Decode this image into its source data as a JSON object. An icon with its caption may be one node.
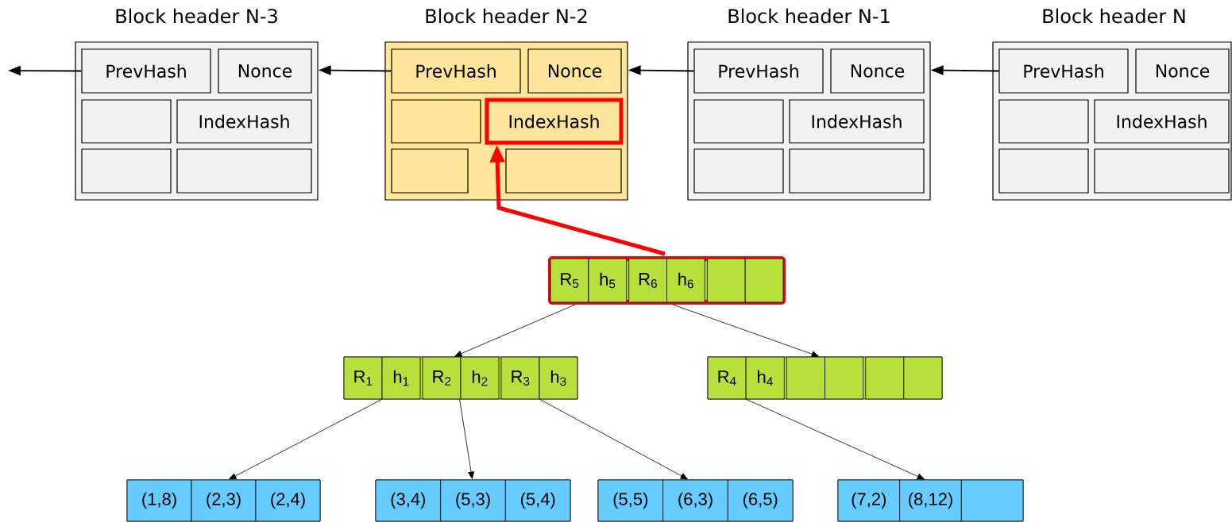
{
  "diagram": {
    "nodes": [
      {
        "text": [
          "Block header N-3"
        ]
      },
      {
        "text": [
          "PrevHash"
        ],
        "in": 0
      },
      {
        "text": [
          "Nonce"
        ],
        "in": 0
      },
      {
        "text": [],
        "shape": "box",
        "in": 0
      },
      {
        "text": [
          "IndexHash"
        ],
        "in": 0
      },
      {
        "text": [],
        "shape": "box",
        "in": 0
      },
      {
        "text": [],
        "shape": "box",
        "in": 0
      },
      {
        "text": [
          "Block header N-2"
        ]
      },
      {
        "text": [
          "PrevHash"
        ],
        "in": 7
      },
      {
        "text": [
          "Nonce"
        ],
        "in": 7
      },
      {
        "text": [],
        "shape": "box",
        "in": 7
      },
      {
        "text": [
          "IndexHash"
        ],
        "in": 7
      },
      {
        "text": [],
        "shape": "box",
        "in": 7
      },
      {
        "text": [],
        "shape": "box",
        "in": 7
      },
      {
        "text": [
          "Block header N-1"
        ]
      },
      {
        "text": [
          "PrevHash"
        ],
        "in": 14
      },
      {
        "text": [
          "Nonce"
        ],
        "in": 14
      },
      {
        "text": [],
        "shape": "box",
        "in": 14
      },
      {
        "text": [
          "IndexHash"
        ],
        "in": 14
      },
      {
        "text": [],
        "shape": "box",
        "in": 14
      },
      {
        "text": [],
        "shape": "box",
        "in": 14
      },
      {
        "text": [
          "Block header N"
        ]
      },
      {
        "text": [
          "PrevHash"
        ],
        "in": 21
      },
      {
        "text": [
          "Nonce"
        ],
        "in": 21
      },
      {
        "text": [],
        "shape": "box",
        "in": 21
      },
      {
        "text": [
          "IndexHash"
        ],
        "in": 21
      },
      {
        "text": [],
        "shape": "box",
        "in": 21
      },
      {
        "text": [],
        "shape": "box",
        "in": 21
      },
      {
        "text": [],
        "shape": "box"
      },
      {
        "text": [
          "R$_{5}$"
        ],
        "in": 28
      },
      {
        "text": [
          "h$_{5}$"
        ],
        "in": 28
      },
      {
        "text": [
          "R$_{6}$"
        ],
        "in": 28
      },
      {
        "text": [
          "h$_{6}$"
        ],
        "in": 28
      },
      {
        "text": [],
        "shape": "box",
        "in": 28
      },
      {
        "text": [],
        "shape": "box",
        "in": 28
      },
      {
        "text": [],
        "shape": "box"
      },
      {
        "text": [
          "R$_{1}$"
        ],
        "in": 35
      },
      {
        "text": [
          "h$_{1}$"
        ],
        "in": 35
      },
      {
        "text": [
          "R$_{2}$"
        ],
        "in": 35
      },
      {
        "text": [
          "h$_{2}$"
        ],
        "in": 35
      },
      {
        "text": [
          "R$_{3}$"
        ],
        "in": 35
      },
      {
        "text": [
          "h$_{3}$"
        ],
        "in": 35
      },
      {
        "text": [],
        "shape": "box"
      },
      {
        "text": [
          "R$_{4}$"
        ],
        "in": 42
      },
      {
        "text": [
          "h$_{4}$"
        ],
        "in": 42
      },
      {
        "text": [],
        "shape": "box",
        "in": 42
      },
      {
        "text": [],
        "shape": "box",
        "in": 42
      },
      {
        "text": [],
        "shape": "box",
        "in": 42
      },
      {
        "text": [],
        "shape": "box",
        "in": 42
      },
      {
        "text": [],
        "shape": "box"
      },
      {
        "text": [
          "(1,8)"
        ],
        "in": 49
      },
      {
        "text": [
          "(2,3)"
        ],
        "in": 49
      },
      {
        "text": [
          "(2,4)"
        ],
        "in": 49
      },
      {
        "text": [],
        "shape": "box"
      },
      {
        "text": [
          "(3,4)"
        ],
        "in": 53
      },
      {
        "text": [
          "(5,3)"
        ],
        "in": 53
      },
      {
        "text": [
          "(5,4)"
        ],
        "in": 53
      },
      {
        "text": [],
        "shape": "box"
      },
      {
        "text": [
          "(5,5)"
        ],
        "in": 57
      },
      {
        "text": [
          "(6,3)"
        ],
        "in": 57
      },
      {
        "text": [
          "(6,5)"
        ],
        "in": 57
      },
      {
        "text": [],
        "shape": "box"
      },
      {
        "text": [
          "(7,2)"
        ],
        "in": 61
      },
      {
        "text": [
          "(8,12)"
        ],
        "in": 61
      },
      {
        "text": [],
        "shape": "box",
        "in": 61
      }
    ],
    "edges": [
      {
        "from": 1,
        "to": null,
        "arrow": "to"
      },
      {
        "from": 8,
        "to": 0,
        "arrow": "to"
      },
      {
        "from": 15,
        "to": 7,
        "arrow": "to"
      },
      {
        "from": 22,
        "to": 14,
        "arrow": "to"
      },
      {
        "from": 28,
        "to": 11,
        "arrow": "to",
        "style": "thick",
        "color": "#ff0000"
      },
      {
        "from": 28,
        "to": 35,
        "arrow": "to"
      },
      {
        "from": 28,
        "to": 42,
        "arrow": "to"
      },
      {
        "from": 35,
        "to": 49,
        "arrow": "to"
      },
      {
        "from": 35,
        "to": 53,
        "arrow": "to"
      },
      {
        "from": 35,
        "to": 57,
        "arrow": "to"
      },
      {
        "from": 42,
        "to": 61,
        "arrow": "to"
      }
    ]
  }
}
